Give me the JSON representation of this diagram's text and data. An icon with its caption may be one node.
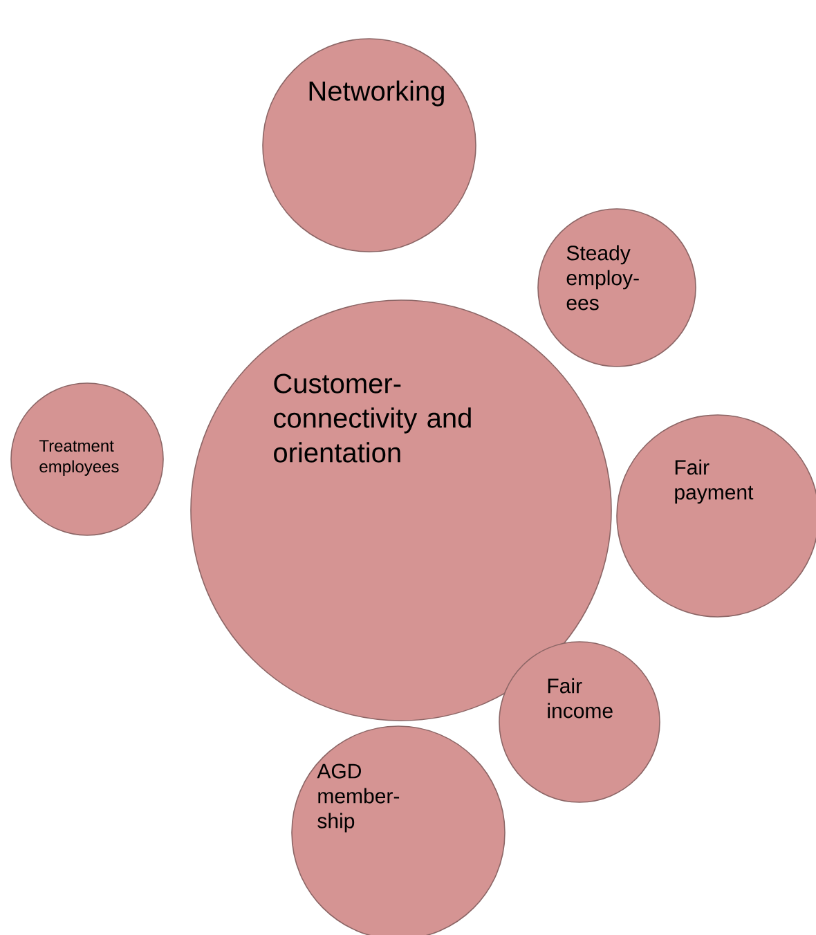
{
  "diagram": {
    "nodes": [
      {
        "text": [
          "Networking"
        ]
      },
      {
        "text": [
          "Steady employ- ees"
        ]
      },
      {
        "text": [
          "Customer- connectivity and orientation"
        ]
      },
      {
        "text": [
          "Treatment employees"
        ]
      },
      {
        "text": [
          "Fair payment"
        ]
      },
      {
        "text": [
          "Fair income"
        ]
      },
      {
        "text": [
          "AGD member- ship"
        ]
      }
    ]
  }
}
